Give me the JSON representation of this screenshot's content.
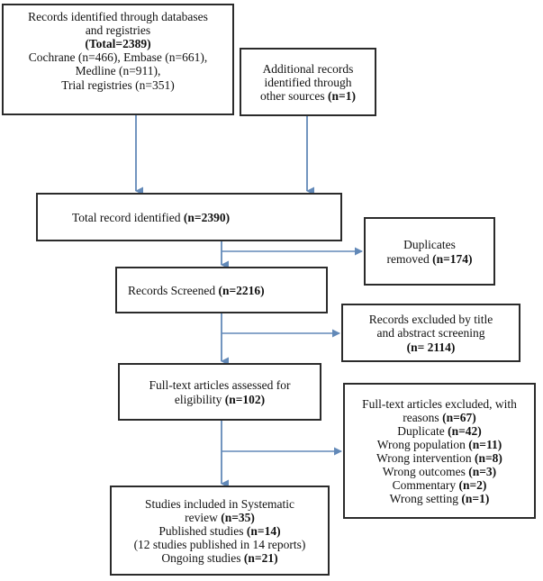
{
  "diagram": {
    "type": "prisma-flow-diagram",
    "accent_color": "#6289B8",
    "border_color": "#2b2b2b",
    "background": "#ffffff",
    "boxes": {
      "databases": {
        "lines": [
          {
            "text": "Records identified through databases",
            "bold": false
          },
          {
            "text": "and registries",
            "bold": false
          },
          {
            "text": "(Total=2389)",
            "bold": true
          },
          {
            "text": "Cochrane (n=466), Embase (n=661),",
            "bold": false
          },
          {
            "text": "Medline (n=911),",
            "bold": false
          },
          {
            "text": "Trial registries (n=351)",
            "bold": false
          }
        ]
      },
      "additional": {
        "lines": [
          {
            "text": "Additional records",
            "bold": false
          },
          {
            "text": "identified through",
            "bold": false
          },
          {
            "text": "other sources ",
            "bold_tail": "(n=1)"
          }
        ]
      },
      "total_record": {
        "lines": [
          {
            "text": "Total record identified  ",
            "bold_tail": "(n=2390)"
          }
        ]
      },
      "duplicates": {
        "lines": [
          {
            "text": "Duplicates",
            "bold": false
          },
          {
            "text": "removed ",
            "bold_tail": "(n=174)"
          }
        ]
      },
      "screened": {
        "lines": [
          {
            "text": "Records Screened ",
            "bold_tail": "(n=2216)"
          }
        ]
      },
      "excluded_title_abstract": {
        "lines": [
          {
            "text": "Records excluded by title",
            "bold": false
          },
          {
            "text": "and abstract screening",
            "bold": false
          },
          {
            "text": "(n= 2114)",
            "bold": true
          }
        ]
      },
      "fulltext_assessed": {
        "lines": [
          {
            "text": "Full-text articles assessed for",
            "bold": false
          },
          {
            "text": "eligibility ",
            "bold_tail": "(n=102)"
          }
        ]
      },
      "fulltext_excluded": {
        "lines": [
          {
            "text": "Full-text articles excluded, with",
            "bold": false
          },
          {
            "text": "reasons ",
            "bold_tail": "(n=67)"
          },
          {
            "text": "Duplicate ",
            "bold_tail": "(n=42)"
          },
          {
            "text": "Wrong population ",
            "bold_tail": "(n=11)"
          },
          {
            "text": "Wrong intervention ",
            "bold_tail": "(n=8)"
          },
          {
            "text": "Wrong outcomes ",
            "bold_tail": "(n=3)"
          },
          {
            "text": "Commentary ",
            "bold_tail": "(n=2)"
          },
          {
            "text": "Wrong setting ",
            "bold_tail": "(n=1)"
          }
        ]
      },
      "included": {
        "lines": [
          {
            "text": "Studies included in Systematic",
            "bold": false
          },
          {
            "text": "review ",
            "bold_tail": "(n=35)"
          },
          {
            "text": "Published studies ",
            "bold_tail": "(n=14)"
          },
          {
            "text": "(12 studies published in 14 reports)",
            "bold": false
          },
          {
            "text": "Ongoing studies ",
            "bold_tail": "(n=21)"
          }
        ]
      }
    },
    "counts": {
      "total_identified_databases": 2389,
      "cochrane": 466,
      "embase": 661,
      "medline": 911,
      "trial_registries": 351,
      "additional_other_sources": 1,
      "total_records": 2390,
      "duplicates_removed": 174,
      "records_screened": 2216,
      "excluded_title_abstract": 2114,
      "fulltext_assessed": 102,
      "fulltext_excluded_total": 67,
      "excluded_duplicate": 42,
      "excluded_wrong_population": 11,
      "excluded_wrong_intervention": 8,
      "excluded_wrong_outcomes": 3,
      "excluded_commentary": 2,
      "excluded_wrong_setting": 1,
      "included_total": 35,
      "included_published": 14,
      "included_ongoing": 21
    }
  }
}
